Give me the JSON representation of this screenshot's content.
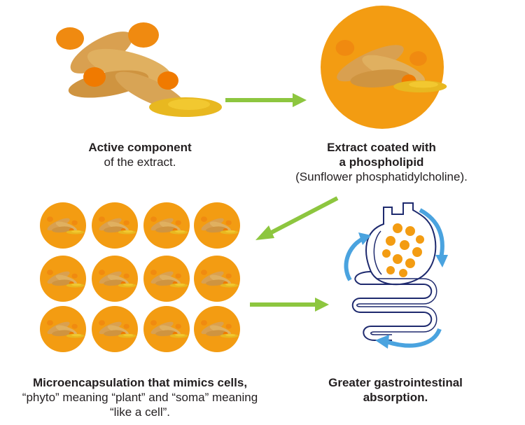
{
  "steps": [
    {
      "title": "Active component",
      "desc": "of the extract."
    },
    {
      "title_line1": "Extract coated with",
      "title_line2": "a phospholipid",
      "desc": "(Sunflower phosphatidylcholine)."
    },
    {
      "title": "Microencapsulation that mimics cells,",
      "desc_line1": "“phyto” meaning “plant” and “soma” meaning",
      "desc_line2": "“like a cell”."
    },
    {
      "title_line1": "Greater gastrointestinal",
      "title_line2": "absorption."
    }
  ],
  "colors": {
    "arrow": "#8dc63f",
    "capsule": "#f39c12",
    "turmeric": "#e0a030",
    "turmeric_flesh": "#f08a10",
    "gut_outline": "#1e2a6e",
    "flow_arrow": "#4aa3df"
  },
  "icons": {
    "root": "turmeric-root-icon",
    "capsule": "phytosome-capsule-icon",
    "gut": "digestive-tract-icon"
  }
}
